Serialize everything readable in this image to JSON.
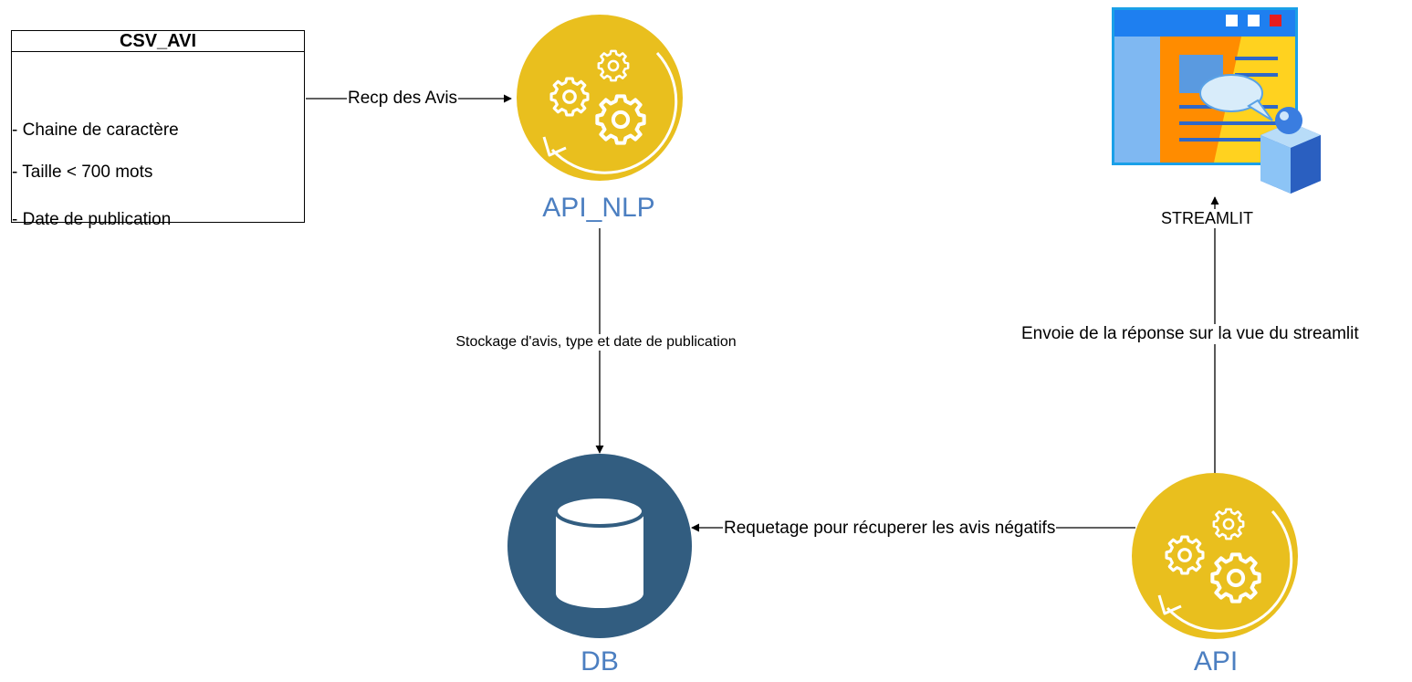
{
  "csv_box": {
    "title": "CSV_AVI",
    "items": [
      "- Chaine de caractère",
      "- Taille < 700 mots",
      "- Date de publication"
    ]
  },
  "nodes": {
    "api_nlp": {
      "label": "API_NLP",
      "icon": "gears-icon"
    },
    "db": {
      "label": "DB",
      "icon": "database-icon"
    },
    "api": {
      "label": "API",
      "icon": "gears-icon"
    },
    "streamlit": {
      "label": "STREAMLIT",
      "icon": "web-app-user-icon"
    }
  },
  "edges": {
    "csv_to_nlp": "Recp des Avis",
    "nlp_to_db": "Stockage d'avis, type et date de publication",
    "api_to_db": "Requetage pour récuperer les avis négatifs",
    "api_to_streamlit": "Envoie de la réponse sur la vue du streamlit"
  },
  "colors": {
    "gear_yellow": "#e9bf1e",
    "db_blue": "#325d80",
    "label_blue": "#4c7fc1",
    "window_blue": "#1e7ff0",
    "window_orange": "#ff8c00"
  }
}
